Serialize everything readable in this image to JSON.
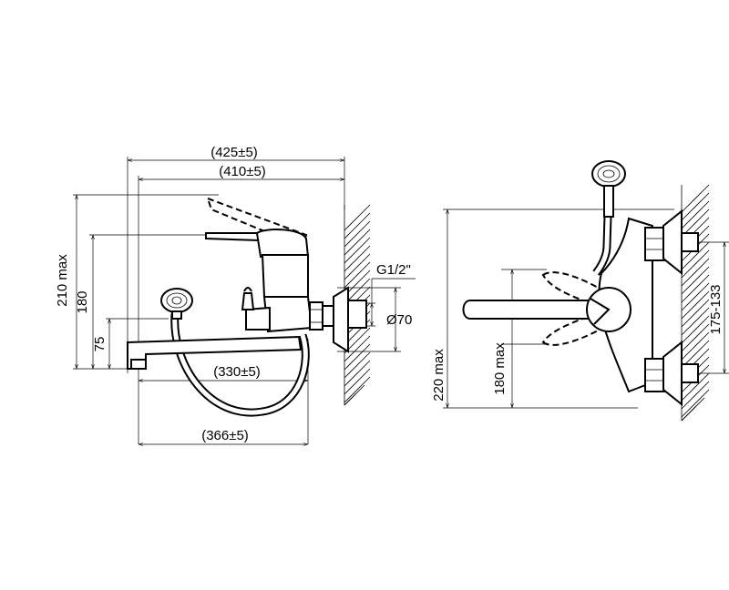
{
  "side_view": {
    "width_overall": "(425±5)",
    "width_body": "(410±5)",
    "height_max": "210 max",
    "height_handle": "180",
    "height_spout": "75",
    "spout_reach": "(330±5)",
    "bottom_reach": "(366±5)",
    "thread": "G1/2\"",
    "flange_diameter": "Ø70"
  },
  "front_view": {
    "height_max": "220 max",
    "handle_height": "180 max",
    "centers": "175-133"
  }
}
